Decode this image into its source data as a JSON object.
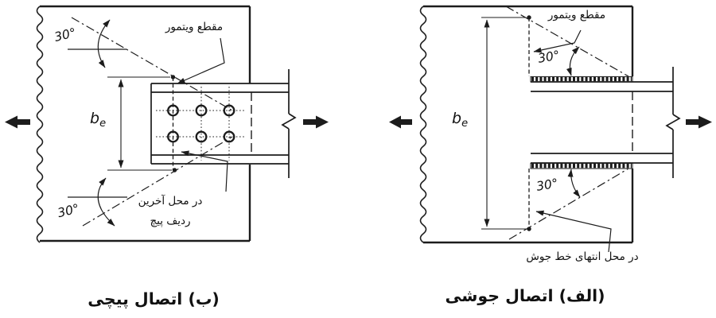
{
  "panels": {
    "bolted": {
      "caption": "(ب) اتصال پیچی",
      "whitmore_label": "مقطع ویتمور",
      "detail_label_line1": "در محل آخرین",
      "detail_label_line2": "ردیف پیچ",
      "angle_top": "30°",
      "angle_bottom": "30°",
      "dimension": {
        "base": "b",
        "sub": "e"
      }
    },
    "welded": {
      "caption": "(الف) اتصال جوشی",
      "whitmore_label": "مقطع ویتمور",
      "detail_label": "در محل انتهای خط جوش",
      "angle_top": "30°",
      "angle_bottom": "30°",
      "dimension": {
        "base": "b",
        "sub": "e"
      }
    }
  },
  "colors": {
    "line": "#1c1c1c",
    "text": "#111111",
    "background": "#ffffff"
  }
}
